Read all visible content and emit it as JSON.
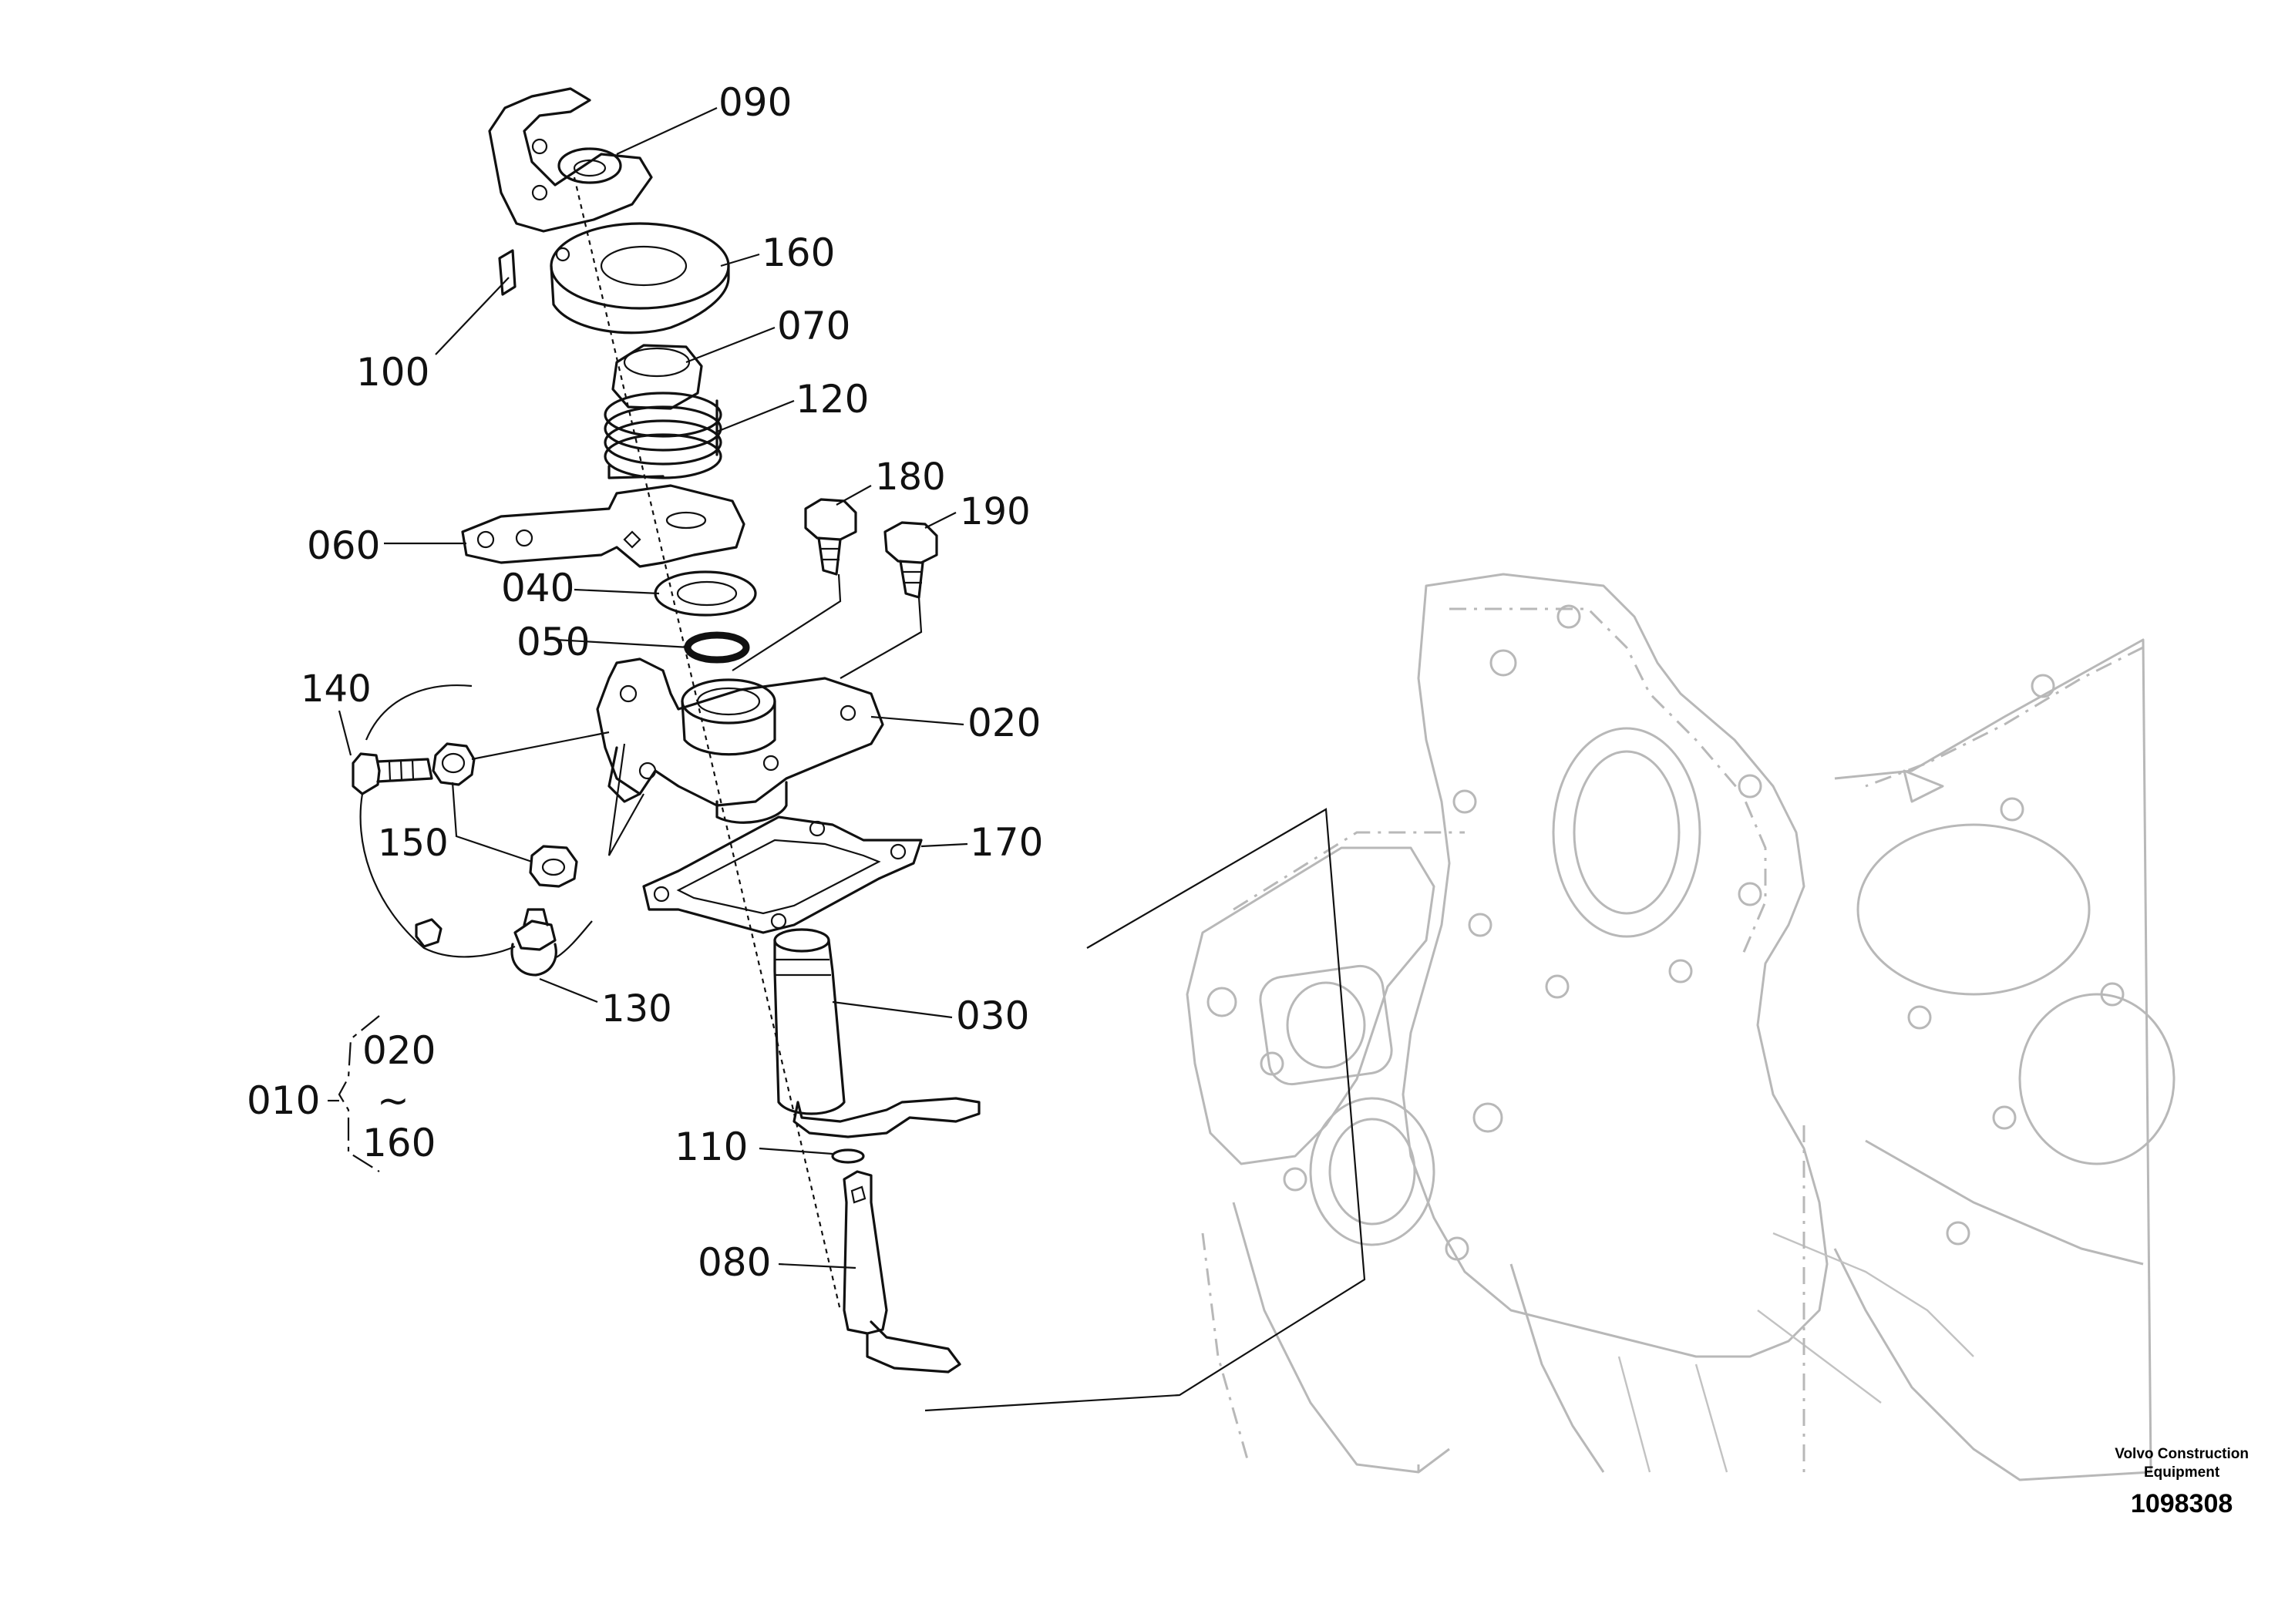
{
  "diagram": {
    "part_labels": {
      "p090": "090",
      "p160": "160",
      "p070": "070",
      "p100": "100",
      "p120": "120",
      "p180": "180",
      "p190": "190",
      "p060": "060",
      "p040": "040",
      "p050": "050",
      "p140": "140",
      "p020": "020",
      "p150": "150",
      "p170": "170",
      "p130": "130",
      "p030": "030",
      "p110": "110",
      "p080": "080"
    },
    "assembly": {
      "parent": "010",
      "range_start": "020",
      "range_sep": "~",
      "range_end": "160"
    }
  },
  "footer": {
    "brand_line1": "Volvo Construction",
    "brand_line2": "Equipment",
    "drawing_number": "1098308"
  },
  "colors": {
    "ink": "#111111",
    "ghost": "#b8b8b8",
    "background": "#ffffff"
  }
}
